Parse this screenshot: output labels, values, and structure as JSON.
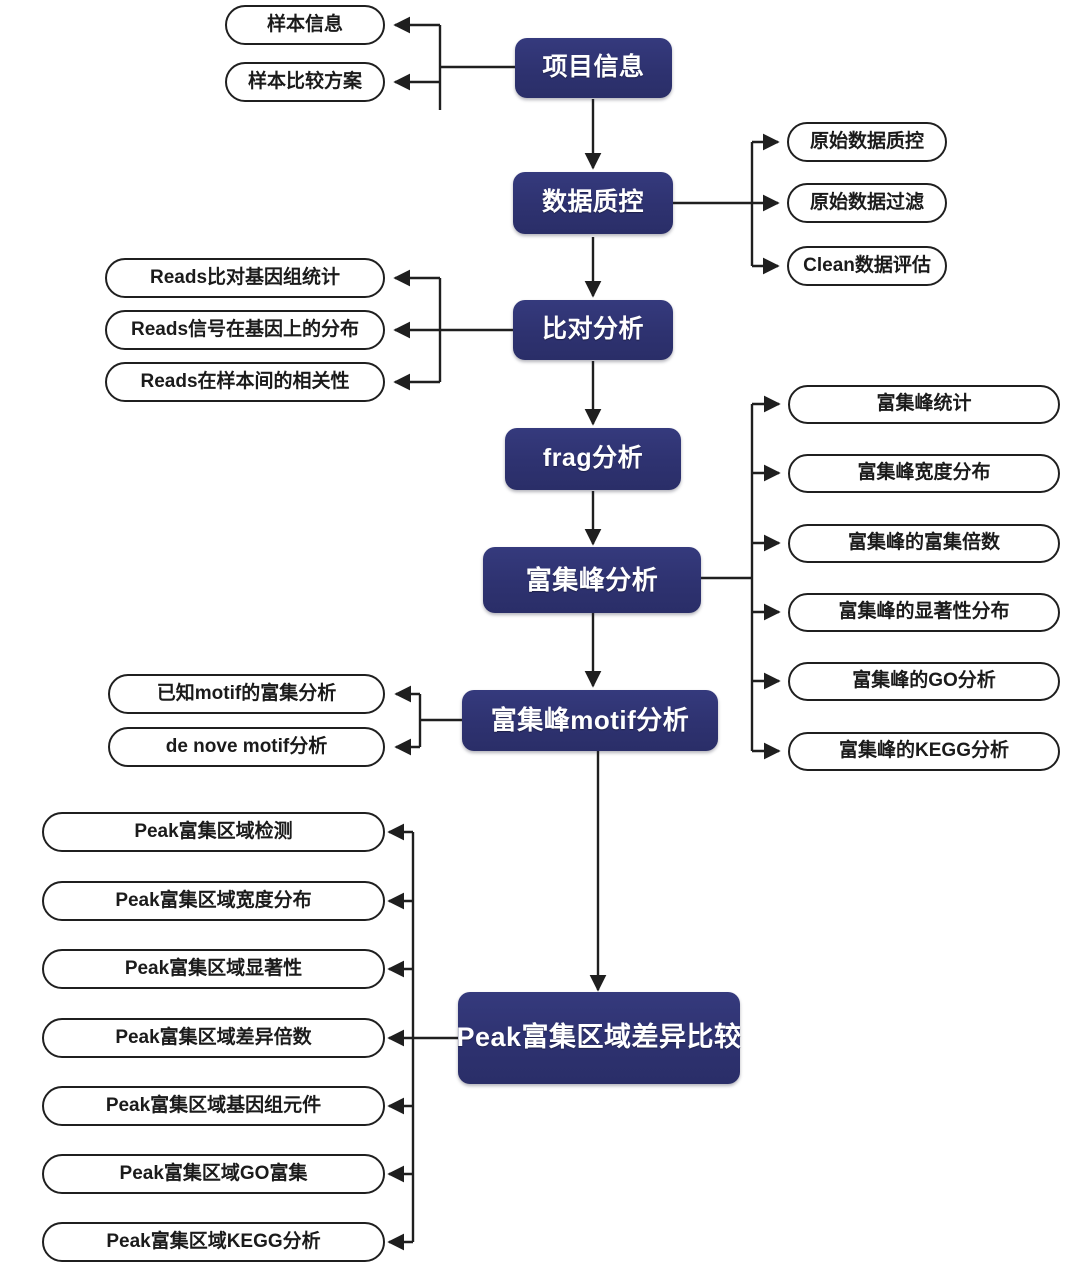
{
  "diagram": {
    "title": "ChIP/ATAC 数据分析流程图",
    "type": "flowchart",
    "orientation": "top-to-bottom",
    "colors": {
      "primary_node_fill": "#2e3270",
      "primary_node_text": "#ffffff",
      "pill_node_fill": "#ffffff",
      "pill_node_border": "#1f1f1f",
      "pill_node_text": "#1b1b1b",
      "connector": "#1f1f1f"
    }
  },
  "main_flow": [
    {
      "id": "project-info",
      "label": "项目信息"
    },
    {
      "id": "data-qc",
      "label": "数据质控"
    },
    {
      "id": "alignment",
      "label": "比对分析"
    },
    {
      "id": "frag",
      "label": "frag分析"
    },
    {
      "id": "peak-analysis",
      "label": "富集峰分析"
    },
    {
      "id": "peak-motif",
      "label": "富集峰motif分析"
    },
    {
      "id": "peak-diff",
      "label": "Peak富集区域差异比较"
    }
  ],
  "branches": {
    "project_info_outputs": [
      {
        "id": "sample-info",
        "label": "样本信息"
      },
      {
        "id": "sample-compare",
        "label": "样本比较方案"
      }
    ],
    "data_qc_outputs": [
      {
        "id": "raw-data-qc",
        "label": "原始数据质控"
      },
      {
        "id": "raw-data-filter",
        "label": "原始数据过滤"
      },
      {
        "id": "clean-data-eval",
        "label": "Clean数据评估"
      }
    ],
    "alignment_outputs": [
      {
        "id": "reads-genome-stat",
        "label": "Reads比对基因组统计"
      },
      {
        "id": "reads-gene-dist",
        "label": "Reads信号在基因上的分布"
      },
      {
        "id": "reads-sample-corr",
        "label": "Reads在样本间的相关性"
      }
    ],
    "peak_analysis_outputs": [
      {
        "id": "peak-stat",
        "label": "富集峰统计"
      },
      {
        "id": "peak-width-dist",
        "label": "富集峰宽度分布"
      },
      {
        "id": "peak-fold",
        "label": "富集峰的富集倍数"
      },
      {
        "id": "peak-signif-dist",
        "label": "富集峰的显著性分布"
      },
      {
        "id": "peak-go",
        "label": "富集峰的GO分析"
      },
      {
        "id": "peak-kegg",
        "label": "富集峰的KEGG分析"
      }
    ],
    "motif_outputs": [
      {
        "id": "known-motif",
        "label": "已知motif的富集分析"
      },
      {
        "id": "denovo-motif",
        "label": "de nove motif分析"
      }
    ],
    "peak_diff_outputs": [
      {
        "id": "peak-region-detect",
        "label": "Peak富集区域检测"
      },
      {
        "id": "peak-region-width",
        "label": "Peak富集区域宽度分布"
      },
      {
        "id": "peak-region-signif",
        "label": "Peak富集区域显著性"
      },
      {
        "id": "peak-region-fold",
        "label": "Peak富集区域差异倍数"
      },
      {
        "id": "peak-region-genomic",
        "label": "Peak富集区域基因组元件"
      },
      {
        "id": "peak-region-go",
        "label": "Peak富集区域GO富集"
      },
      {
        "id": "peak-region-kegg",
        "label": "Peak富集区域KEGG分析"
      }
    ]
  }
}
